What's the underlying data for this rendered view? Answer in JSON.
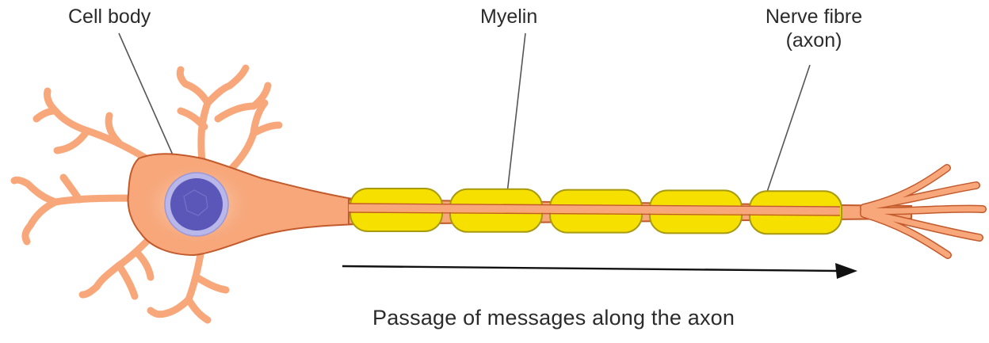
{
  "labels": {
    "cell_body": "Cell body",
    "myelin": "Myelin",
    "nerve_fibre_line1": "Nerve fibre",
    "nerve_fibre_line2": "(axon)",
    "caption": "Passage of messages along the axon"
  },
  "colors": {
    "cell_fill": "#f7a77a",
    "cell_stroke": "#c25a2c",
    "cell_glow": "#fde2cf",
    "nucleus_fill": "#5a57b8",
    "nucleus_ring": "#b9b7ea",
    "myelin_fill": "#f5e000",
    "myelin_stroke": "#a89a10",
    "pointer_line": "#555555",
    "arrow": "#111111"
  },
  "icons": {
    "cell_body": "neuron-soma",
    "nucleus": "nucleus",
    "dendrites": "dendrite-branches",
    "myelin": "myelin-sheath-segments",
    "axon_terminal": "axon-terminal-branches",
    "direction": "right-arrow"
  },
  "myelin_segment_count": 5
}
